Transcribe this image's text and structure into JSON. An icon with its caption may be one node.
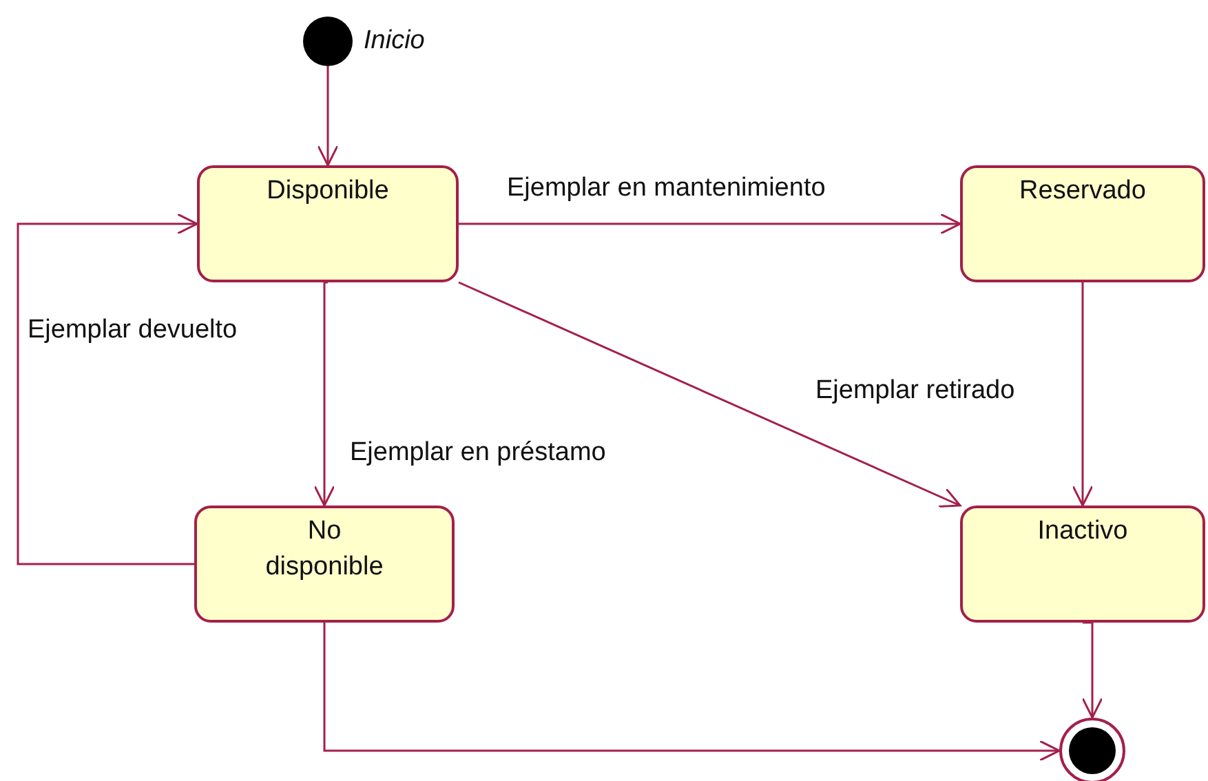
{
  "diagram": {
    "nodes": [
      {
        "text": [],
        "shape": "circle",
        "beside": [
          "Inicio"
        ]
      },
      {
        "text": [
          "Disponible"
        ]
      },
      {
        "text": [
          "Reservado"
        ]
      },
      {
        "text": [
          "No disponible"
        ]
      },
      {
        "text": [
          "Inactivo"
        ]
      },
      {
        "text": [],
        "shape": "circle"
      }
    ],
    "edges": [
      {
        "from": 0,
        "to": 1,
        "arrow": "to"
      },
      {
        "from": 1,
        "to": 2,
        "arrow": "to",
        "label": "Ejemplar en mantenimiento"
      },
      {
        "from": 1,
        "to": 4,
        "arrow": "to"
      },
      {
        "from": 1,
        "to": 3,
        "arrow": "to",
        "label": "Ejemplar en préstamo"
      },
      {
        "from": 3,
        "to": 1,
        "arrow": "to",
        "label": "Ejemplar devuelto"
      },
      {
        "from": 2,
        "to": 4,
        "arrow": "to",
        "label": "Ejemplar retirado"
      },
      {
        "from": 3,
        "to": 5,
        "arrow": "to"
      },
      {
        "from": 4,
        "to": 5,
        "arrow": "to"
      }
    ]
  }
}
